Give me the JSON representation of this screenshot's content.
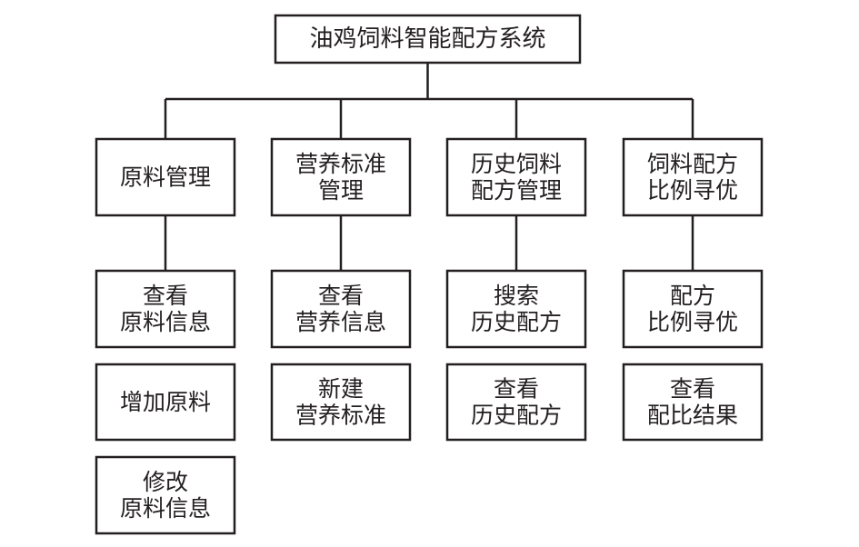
{
  "root": {
    "id": "root",
    "label": [
      "油鸡饲料智能配方系统"
    ]
  },
  "modules": [
    {
      "id": "mod-ingredient",
      "label": [
        "原料管理"
      ],
      "functions": [
        {
          "id": "fn-view-ingredient",
          "label": [
            "查看",
            "原料信息"
          ]
        },
        {
          "id": "fn-add-ingredient",
          "label": [
            "增加原料"
          ]
        },
        {
          "id": "fn-edit-ingredient",
          "label": [
            "修改",
            "原料信息"
          ]
        }
      ]
    },
    {
      "id": "mod-nutrition",
      "label": [
        "营养标准",
        "管理"
      ],
      "functions": [
        {
          "id": "fn-view-nutrition",
          "label": [
            "查看",
            "营养信息"
          ]
        },
        {
          "id": "fn-new-nutrition",
          "label": [
            "新建",
            "营养标准"
          ]
        }
      ]
    },
    {
      "id": "mod-history",
      "label": [
        "历史饲料",
        "配方管理"
      ],
      "functions": [
        {
          "id": "fn-search-history",
          "label": [
            "搜索",
            "历史配方"
          ]
        },
        {
          "id": "fn-view-history",
          "label": [
            "查看",
            "历史配方"
          ]
        }
      ]
    },
    {
      "id": "mod-optimize",
      "label": [
        "饲料配方",
        "比例寻优"
      ],
      "functions": [
        {
          "id": "fn-optimize",
          "label": [
            "配方",
            "比例寻优"
          ]
        },
        {
          "id": "fn-view-result",
          "label": [
            "查看",
            "配比结果"
          ]
        }
      ]
    }
  ]
}
